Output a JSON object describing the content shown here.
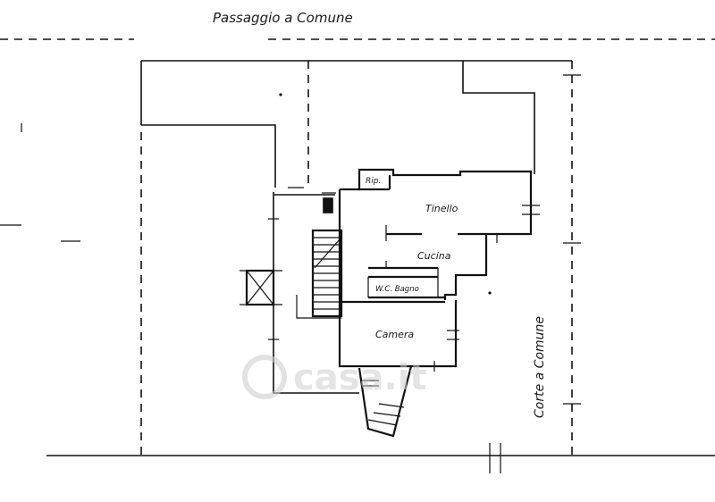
{
  "labels": {
    "top_passage": "Passaggio a Comune",
    "side_court": "Corte a Comune",
    "tinello": "Tinello",
    "cucina": "Cucina",
    "rip": "Rip.",
    "wc_bagno": "W.C. Bagno",
    "camera": "Camera"
  },
  "watermark": {
    "text": "casa.it"
  }
}
